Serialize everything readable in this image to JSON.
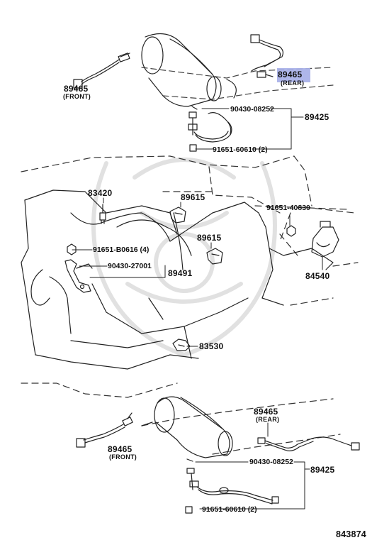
{
  "diagram_id": "843874",
  "highlight_color": "#a7b0e8",
  "labels": {
    "p89465_front_top": "89465",
    "front_top": "(FRONT)",
    "p89465_rear_top": "89465",
    "rear_top": "(REAR)",
    "c90430_top": "90430-08252",
    "p89425_top": "89425",
    "c91651_top": "91651-60610 (2)",
    "p83420": "83420",
    "p89615_a": "89615",
    "c91651_40830": "91651-40830",
    "p89615_b": "89615",
    "c91651_b0616": "91651-B0616 (4)",
    "c90430_27001": "90430-27001",
    "p89491": "89491",
    "p84540": "84540",
    "p83530": "83530",
    "p89465_rear_bot": "89465",
    "rear_bot": "(REAR)",
    "p89465_front_bot": "89465",
    "front_bot": "(FRONT)",
    "c90430_bot": "90430-08252",
    "p89425_bot": "89425",
    "c91651_bot": "91651-60610 (2)"
  }
}
